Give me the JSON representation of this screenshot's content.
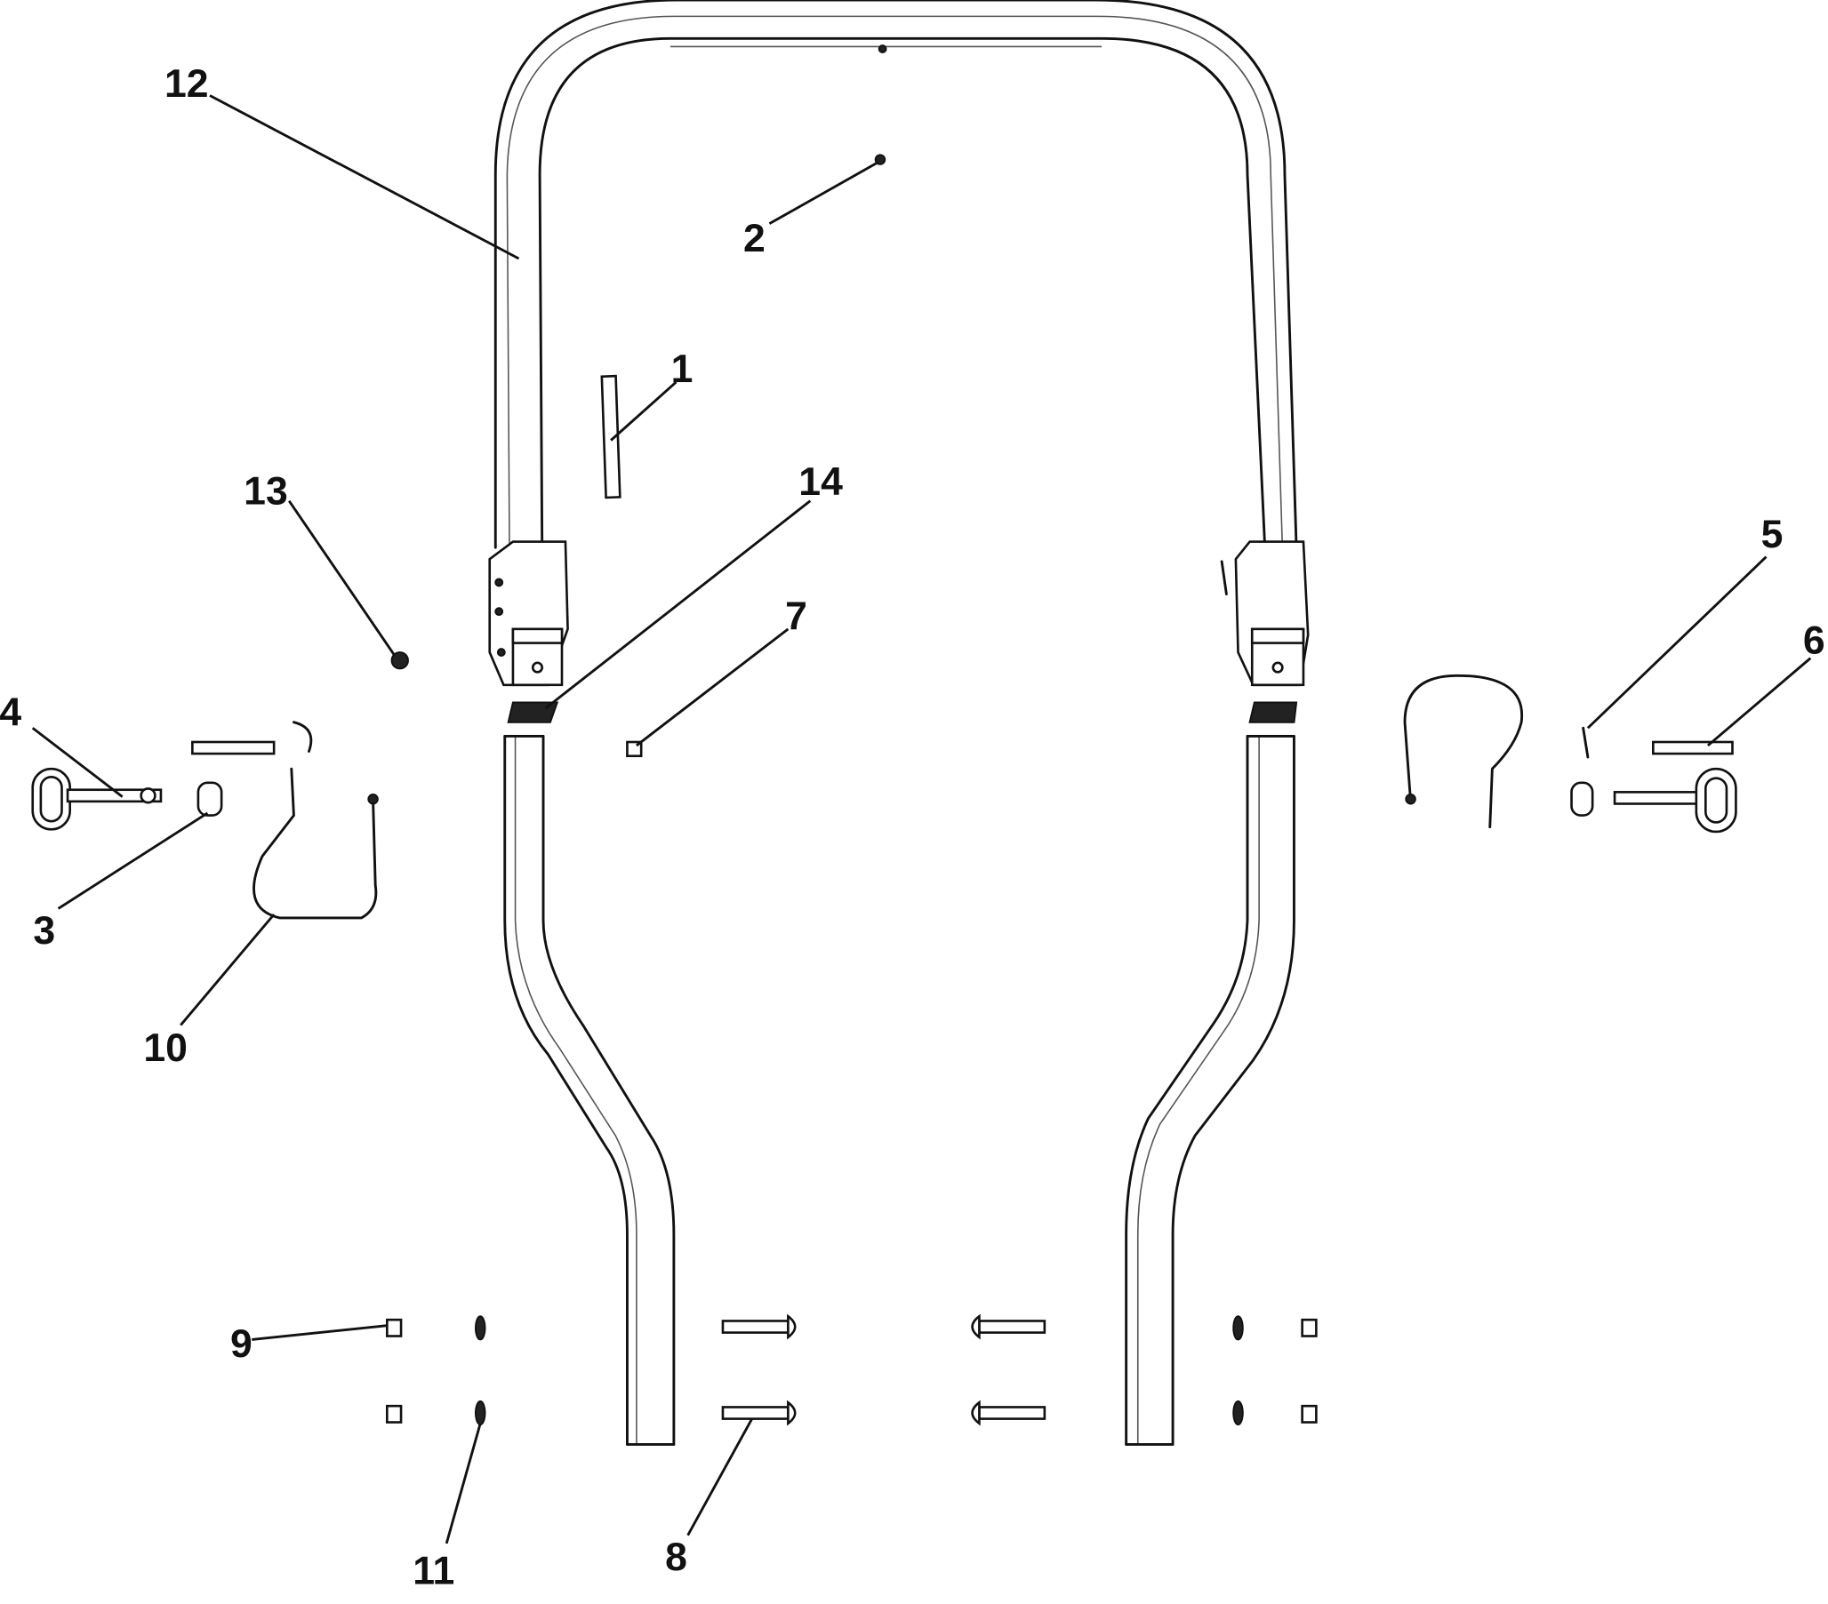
{
  "diagram": {
    "type": "exploded-parts-view",
    "callouts": {
      "c1": "1",
      "c2": "2",
      "c3": "3",
      "c4": "4",
      "c5": "5",
      "c6": "6",
      "c7": "7",
      "c8": "8",
      "c9": "9",
      "c10": "10",
      "c11": "11",
      "c12": "12",
      "c13": "13",
      "c14": "14"
    }
  }
}
